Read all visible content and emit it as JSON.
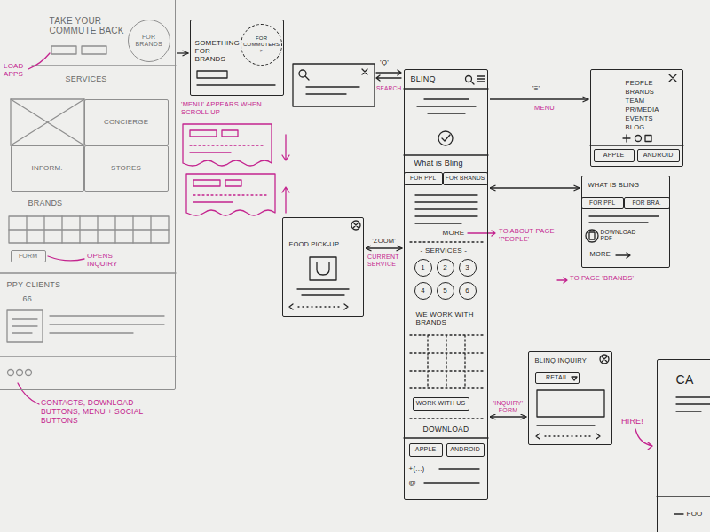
{
  "diagram": {
    "nodes": [
      {
        "text": [
          "TAKE YOUR COMMUTE BACK",
          "SERVICES",
          "BRANDS",
          "PPY CLIENTS",
          "66"
        ]
      },
      {
        "text": [
          "FOR BRANDS"
        ],
        "in": 0
      },
      {
        "text": [
          "CONCIERGE"
        ],
        "in": 0
      },
      {
        "text": [
          "INFORM."
        ],
        "in": 0
      },
      {
        "text": [
          "STORES"
        ],
        "in": 0
      },
      {
        "text": [
          "FORM"
        ],
        "in": 0
      },
      {
        "text": [
          "SOMETHING FOR BRANDS"
        ]
      },
      {
        "text": [
          "FOR COMMUTERS >"
        ],
        "in": 6
      },
      {
        "text": [
          "BLINQ",
          "What is Bling",
          "MORE",
          "- SERVICES -",
          "WE WORK WITH BRANDS",
          "DOWNLOAD",
          "+(...)",
          "@"
        ]
      },
      {
        "text": [
          "FOR PPL"
        ],
        "in": 8
      },
      {
        "text": [
          "FOR BRANDS"
        ],
        "in": 8
      },
      {
        "text": [
          "1"
        ],
        "in": 8
      },
      {
        "text": [
          "2"
        ],
        "in": 8
      },
      {
        "text": [
          "3"
        ],
        "in": 8
      },
      {
        "text": [
          "4"
        ],
        "in": 8
      },
      {
        "text": [
          "5"
        ],
        "in": 8
      },
      {
        "text": [
          "6"
        ],
        "in": 8
      },
      {
        "text": [
          "WORK WITH US"
        ],
        "in": 8
      },
      {
        "text": [
          "APPLE"
        ],
        "in": 8
      },
      {
        "text": [
          "ANDROID"
        ],
        "in": 8
      },
      {
        "text": [
          "PEOPLE",
          "BRANDS",
          "TEAM",
          "PR/MEDIA",
          "EVENTS",
          "BLOG"
        ]
      },
      {
        "text": [
          "APPLE"
        ],
        "in": 20
      },
      {
        "text": [
          "ANDROID"
        ],
        "in": 20
      },
      {
        "text": [
          "WHAT IS BLING",
          "DOWNLOAD PDF",
          "MORE"
        ]
      },
      {
        "text": [
          "FOR PPL"
        ],
        "in": 23
      },
      {
        "text": [
          "FOR BRA."
        ],
        "in": 23
      },
      {
        "text": [
          "FOOD PICK-UP"
        ]
      },
      {
        "text": [
          "BLINQ INQUIRY"
        ]
      },
      {
        "text": [
          "RETAIL"
        ],
        "in": 27
      },
      {
        "text": [
          "CA",
          "FOO"
        ]
      }
    ],
    "edges": [
      {
        "from": 0,
        "to": 6,
        "arrow": "to"
      },
      {
        "from": 8,
        "to": 20,
        "arrow": "to"
      },
      {
        "from": 8,
        "to": 23,
        "arrow": "both"
      },
      {
        "from": 26,
        "to": 8,
        "arrow": "both",
        "label": "'ZOOM'"
      },
      {
        "from": 8,
        "to": 27,
        "arrow": "both",
        "label": "'INQUIRY' FORM"
      }
    ],
    "labels": [
      "LOAD APPS",
      "'MENU' APPEARS WHEN SCROLL UP",
      "OPENS INQUIRY",
      "CONTACTS, DOWNLOAD BUTTONS, MENU + SOCIAL BUTTONS",
      "'Q'",
      "SEARCH",
      "'≡'",
      "MENU",
      "CURRENT SERVICE",
      "TO ABOUT PAGE 'PEOPLE'",
      "TO PAGE 'BRANDS'",
      "HIRE!"
    ]
  }
}
